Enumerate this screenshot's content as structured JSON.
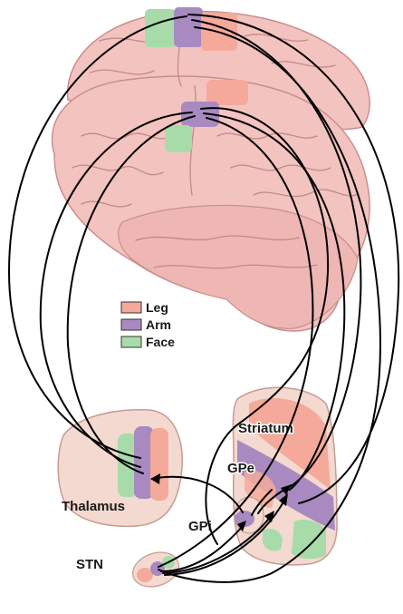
{
  "legend": {
    "items": [
      {
        "label": "Leg",
        "color": "#f4a99a"
      },
      {
        "label": "Arm",
        "color": "#a98ac0"
      },
      {
        "label": "Face",
        "color": "#a7dcaa"
      }
    ]
  },
  "structures": {
    "thalamus": "Thalamus",
    "striatum": "Striatum",
    "gpe": "GPe",
    "gpi": "GPi",
    "stn": "STN"
  },
  "colors": {
    "brain": "#f3c3c0",
    "brain_shadow": "#e3a6a4",
    "nucleus_bg": "#f3d9cf",
    "leg": "#f4a99a",
    "arm": "#a98ac0",
    "face": "#a7dcaa",
    "fiber": "#000000"
  }
}
